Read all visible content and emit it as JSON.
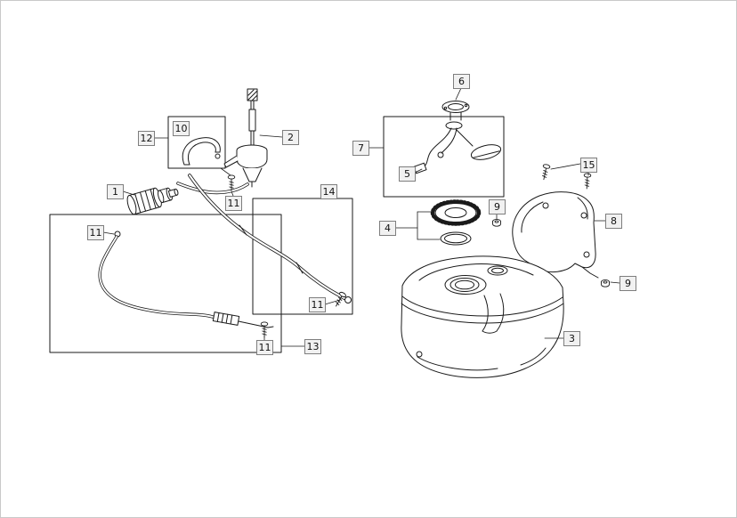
{
  "diagram": {
    "type": "exploded-parts-diagram",
    "subject": "fuel-tank-and-fuel-supply-assembly",
    "background": "#ffffff",
    "line_color": "#1a1a1a",
    "callout_fill": "#f1f1f1",
    "callout_border": "#7e7e7e"
  },
  "callouts": [
    {
      "text": "12"
    },
    {
      "text": "10"
    },
    {
      "text": "2"
    },
    {
      "text": "6"
    },
    {
      "text": "7"
    },
    {
      "text": "5"
    },
    {
      "text": "15"
    },
    {
      "text": "1"
    },
    {
      "text": "11"
    },
    {
      "text": "14"
    },
    {
      "text": "4"
    },
    {
      "text": "9"
    },
    {
      "text": "8"
    },
    {
      "text": "11"
    },
    {
      "text": "9"
    },
    {
      "text": "11"
    },
    {
      "text": "3"
    },
    {
      "text": "11"
    },
    {
      "text": "13"
    }
  ]
}
